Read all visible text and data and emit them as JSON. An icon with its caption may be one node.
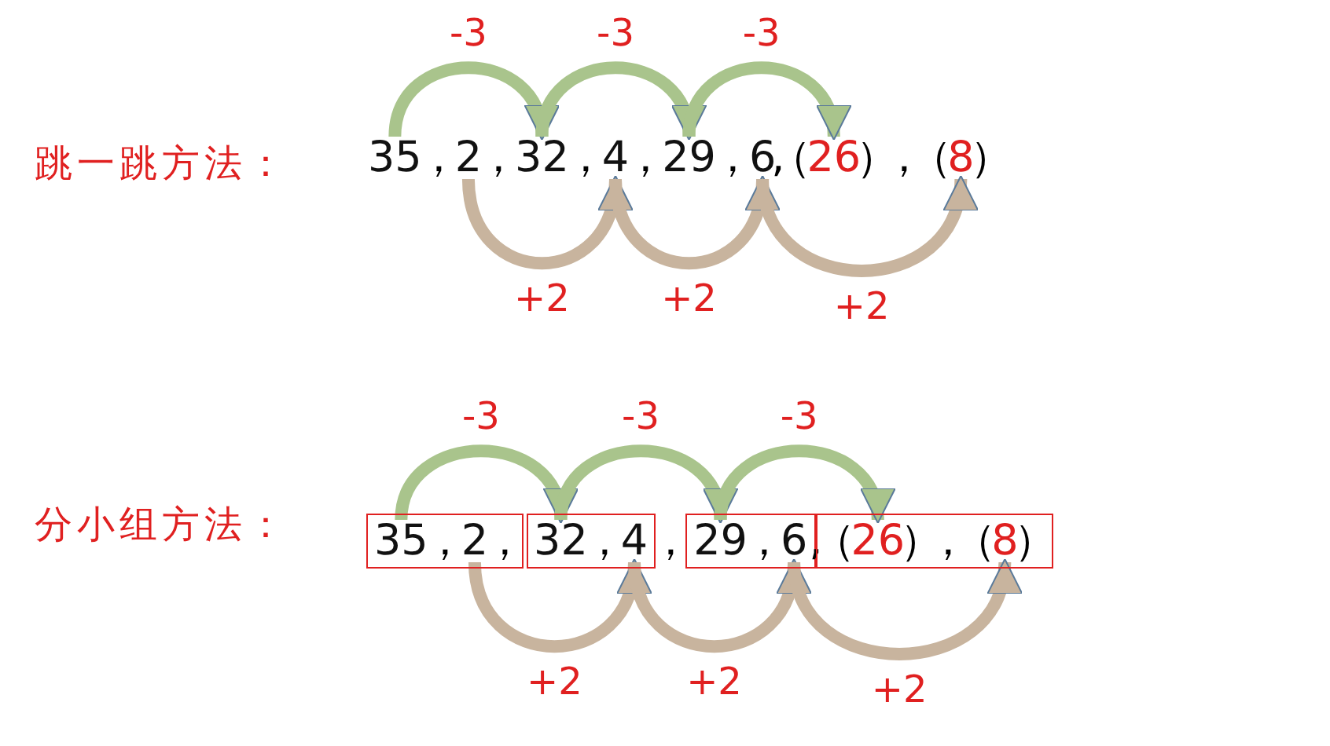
{
  "diagram": {
    "nodes": [
      {
        "text": [
          "35"
        ]
      },
      {
        "text": [
          "2"
        ]
      },
      {
        "text": [
          "32"
        ]
      },
      {
        "text": [
          "4"
        ]
      },
      {
        "text": [
          "29"
        ]
      },
      {
        "text": [
          "6"
        ]
      },
      {
        "text": [
          "26"
        ]
      },
      {
        "text": [
          "8"
        ]
      },
      {
        "text": [],
        "shape": "box"
      },
      {
        "text": [
          "35"
        ],
        "in": 8
      },
      {
        "text": [
          "2"
        ],
        "in": 8
      },
      {
        "text": [],
        "shape": "box"
      },
      {
        "text": [
          "32"
        ],
        "in": 11
      },
      {
        "text": [
          "4"
        ],
        "in": 11
      },
      {
        "text": [],
        "shape": "box"
      },
      {
        "text": [
          "29"
        ],
        "in": 14
      },
      {
        "text": [
          "6"
        ],
        "in": 14
      },
      {
        "text": [],
        "shape": "box"
      },
      {
        "text": [
          "26"
        ],
        "in": 17
      },
      {
        "text": [
          "8"
        ],
        "in": 17
      }
    ],
    "edges": [
      {
        "from": 0,
        "to": 2,
        "arrow": "to",
        "label": "-3",
        "color": "#a9c48c"
      },
      {
        "from": 2,
        "to": 4,
        "arrow": "to",
        "label": "-3",
        "color": "#a9c48c"
      },
      {
        "from": 4,
        "to": 6,
        "arrow": "to",
        "label": "-3",
        "color": "#a9c48c"
      },
      {
        "from": 1,
        "to": 3,
        "arrow": "to",
        "label": "+2",
        "color": "#c8b49e"
      },
      {
        "from": 3,
        "to": 5,
        "arrow": "to",
        "label": "+2",
        "color": "#c8b49e"
      },
      {
        "from": 5,
        "to": 7,
        "arrow": "to",
        "label": "+2",
        "color": "#c8b49e"
      },
      {
        "from": 9,
        "to": 12,
        "arrow": "to",
        "label": "-3",
        "color": "#a9c48c"
      },
      {
        "from": 12,
        "to": 15,
        "arrow": "to",
        "label": "-3",
        "color": "#a9c48c"
      },
      {
        "from": 15,
        "to": 18,
        "arrow": "to",
        "label": "-3",
        "color": "#a9c48c"
      },
      {
        "from": 10,
        "to": 13,
        "arrow": "to",
        "label": "+2",
        "color": "#c8b49e"
      },
      {
        "from": 13,
        "to": 16,
        "arrow": "to",
        "label": "+2",
        "color": "#c8b49e"
      },
      {
        "from": 16,
        "to": 19,
        "arrow": "to",
        "label": "+2",
        "color": "#c8b49e"
      }
    ],
    "labels": [
      "跳一跳方法：",
      "，",
      "，",
      "，",
      "，",
      "，",
      ",",
      "（",
      "）",
      "，",
      "（",
      "）",
      "分小组方法：",
      "，",
      "，",
      "，",
      "，",
      "，",
      ",",
      "（",
      "）",
      "，",
      "（",
      "）"
    ]
  }
}
